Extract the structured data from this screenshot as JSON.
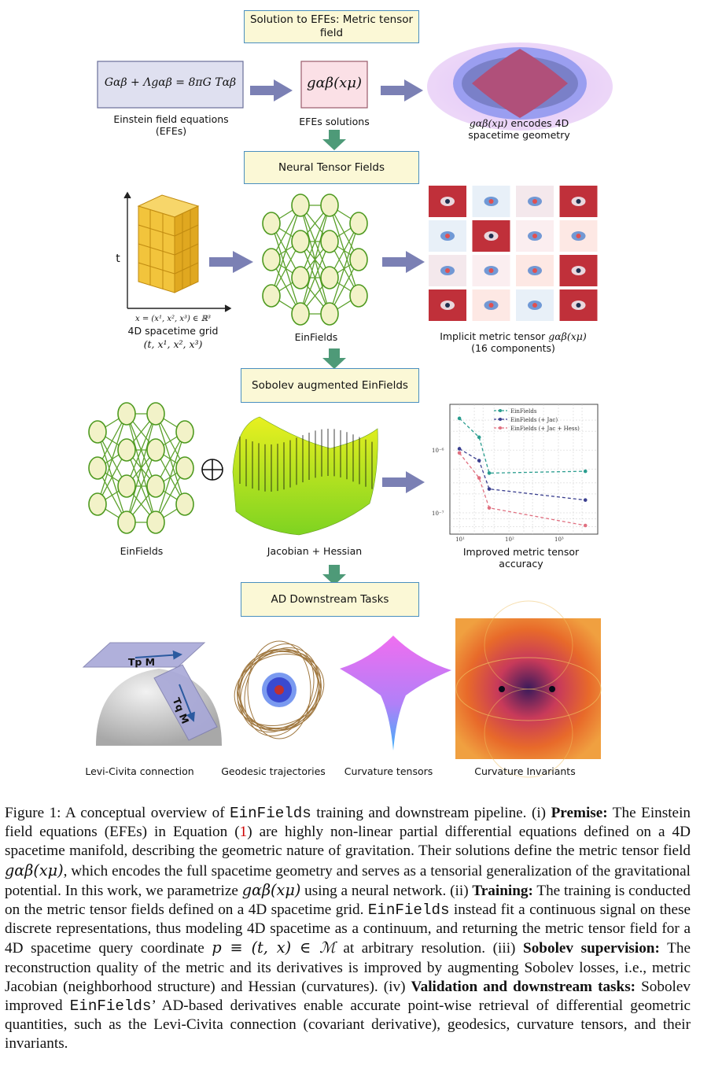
{
  "boxes": {
    "solution": "Solution to EFEs: Metric tensor field",
    "neural": "Neural Tensor Fields",
    "sobolev": "Sobolev augmented EinFields",
    "ad": "AD Downstream Tasks"
  },
  "row1": {
    "efe_equation": "Gαβ + Λgαβ = 8πG Tαβ",
    "efe_label_1": "Einstein field equations",
    "efe_label_2": "(EFEs)",
    "solutions_symbol": "gαβ(xμ)",
    "solutions_label": "EFEs solutions",
    "geometry_symbol": "gαβ(xμ)",
    "geometry_label_1": "encodes 4D",
    "geometry_label_2": "spacetime geometry"
  },
  "row2": {
    "axis_t": "t",
    "grid_formula": "x = (x¹, x², x³) ∈ ℝ³",
    "grid_label": "4D spacetime grid",
    "grid_coords": "(t, x¹, x², x³)",
    "network_label": "EinFields",
    "implicit_label_1": "Implicit metric tensor",
    "implicit_symbol": "gαβ(xμ)",
    "implicit_label_2": "(16 components)"
  },
  "row3": {
    "network_label": "EinFields",
    "oplus": "⊕",
    "surface_label": "Jacobian + Hessian",
    "accuracy_label_1": "Improved metric tensor",
    "accuracy_label_2": "accuracy"
  },
  "row4": {
    "tp_label": "Tp M",
    "tq_label": "Tq M",
    "levi_label": "Levi-Civita connection",
    "geodesic_label": "Geodesic trajectories",
    "curvature_label": "Curvature tensors",
    "invariants_label": "Curvature Invariants"
  },
  "chart_data": {
    "type": "line",
    "title": "",
    "xlabel": "",
    "ylabel": "",
    "xscale": "log",
    "yscale": "log",
    "x_ticks": [
      "10¹",
      "10²",
      "10³"
    ],
    "y_ticks": [
      "10⁻⁶",
      "10⁻⁷"
    ],
    "grid": true,
    "legend_position": "top-right",
    "x": [
      10,
      25,
      40,
      3500
    ],
    "series": [
      {
        "name": "EinFields",
        "color": "#2a9d8f",
        "values": [
          3.2e-06,
          1.6e-06,
          4.3e-07,
          4.6e-07
        ]
      },
      {
        "name": "EinFields (+ Jac)",
        "color": "#3a3f8f",
        "values": [
          1.05e-06,
          6.8e-07,
          2.4e-07,
          1.6e-07
        ]
      },
      {
        "name": "EinFields (+ Jac + Hess)",
        "color": "#e07080",
        "values": [
          9e-07,
          3.6e-07,
          1.2e-07,
          6.3e-08
        ]
      }
    ]
  },
  "caption": {
    "p1": "Figure 1: A conceptual overview of ",
    "m1": "EinFields",
    "p2": " training and downstream pipeline. (i) ",
    "b1": "Premise:",
    "p3": " The Einstein field equations (EFEs) in Equation (",
    "ref": "1",
    "p4": ") are highly non-linear partial differential equations defined on a 4D spacetime manifold, describing the geometric nature of gravitation. Their solutions define the metric tensor field ",
    "g1": "gαβ(xμ)",
    "p5": ", which encodes the full spacetime geometry and serves as a tensorial generalization of the gravitational potential. In this work, we parametrize ",
    "g2": "gαβ(xμ)",
    "p6": " using a neural network. (ii) ",
    "b2": "Training:",
    "p7": " The training is conducted on the metric tensor fields defined on a 4D spacetime grid. ",
    "m2": "EinFields",
    "p8": " instead fit a continuous signal on these discrete representations, thus modeling 4D spacetime as a continuum, and returning the metric tensor field for a 4D spacetime query coordinate ",
    "g3": "p ≡ (t, x) ∈ ℳ",
    "p9": " at arbitrary resolution. (iii) ",
    "b3": "Sobolev supervision:",
    "p10": " The reconstruction quality of the metric and its derivatives is improved by augmenting Sobolev losses, i.e., metric Jacobian (neighborhood structure) and Hessian (curvatures). (iv) ",
    "b4": "Validation and downstream tasks:",
    "p11": " Sobolev improved ",
    "m3": "EinFields",
    "p12": "’ AD-based derivatives enable accurate point-wise retrieval of differential geometric quantities, such as the Levi-Civita connection (covariant derivative), geodesics, curvature tensors, and their invariants."
  }
}
